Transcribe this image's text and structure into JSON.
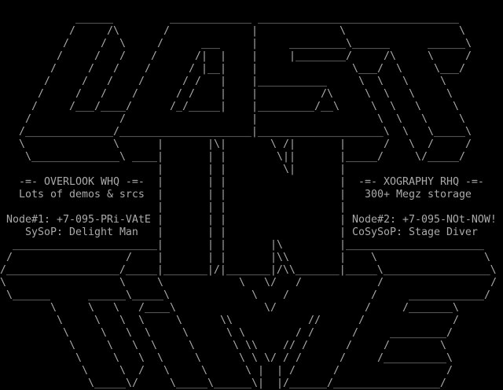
{
  "colors": {
    "background": "#000000",
    "text": "#aaaaaa"
  },
  "logo_art": [
    "",
    "            ______         _____________ ________________________________",
    "           /     /\\       /             |             \\                  \\",
    "          /     /  \\     /      ___     |     _________\\______      ______\\",
    "         /     /   /    /      /|  |    |     |________/     /\\     \\     /",
    "        /     /   /    /      / |__|    |               \\___/  \\     \\___/",
    "       /     /   /    /      / /   |    |___________     \\  \\   \\     \\",
    "      /     /   /    /      / /    |    |          /\\     \\  \\   \\     \\",
    "     /     /___/____/      /_/_____|    |_________/__\\     \\  \\   \\     \\",
    "    /              /                    |                   \\  \\   \\     \\",
    "   /______________/_____________________|____________________\\  \\   \\_____\\",
    "   \\              \\      |       |\\|       \\ /|       |      /   \\  /     /",
    "    \\______________\\ ____|       | |        \\||       |_____/     \\/_____/",
    "                         |       | |         \\|       |",
    "                         |       | |                  |",
    "                         |       | |                  |",
    "                         |       | |                  |",
    "                         |       | |                  |",
    "                         |       | |                  |",
    "  _______________________|       | |       |\\         |______________________",
    " /                  /    |       | |       |\\\\        |    \\                 \\",
    "/__________________/_____|_______|/|_______|/\\\\_______|_____\\_________________\\",
    "\\                  \\     \\            \\   \\/   /            /                 /",
    " \\______      ______\\_____\\             \\    /             /     ____________/",
    "        \\     \\   \\   /____\\              \\/              /     /_______\\",
    "         \\     \\   \\  \\     \\      \\\\            //      /              /",
    "          \\     \\   \\  \\     \\      \\ \\        / /      /     _________/",
    "           \\     \\   \\  \\     \\      \\ \\\\    // /      /     /        \\",
    "            \\     \\   \\  \\     \\      \\ \\ \\/ / /      /     /__________\\",
    "             \\     \\  /   \\     \\      \\ |  | /      /                 /",
    "              \\_____\\/     \\_____\\______\\|  |/______/_________________/"
  ],
  "node1": {
    "title": "-=- OVERLOOK WHQ -=-",
    "description": "Lots of demos & srcs",
    "phone": "Node#1: +7-095-PRi-VAtE",
    "sysop": "SySoP: Delight Man"
  },
  "node2": {
    "title": "-=- XOGRAPHY RHQ -=-",
    "description": "300+ Megz storage",
    "phone": "Node#2: +7-095-NOt-NOW!",
    "sysop": "CoSySoP: Stage Diver"
  }
}
